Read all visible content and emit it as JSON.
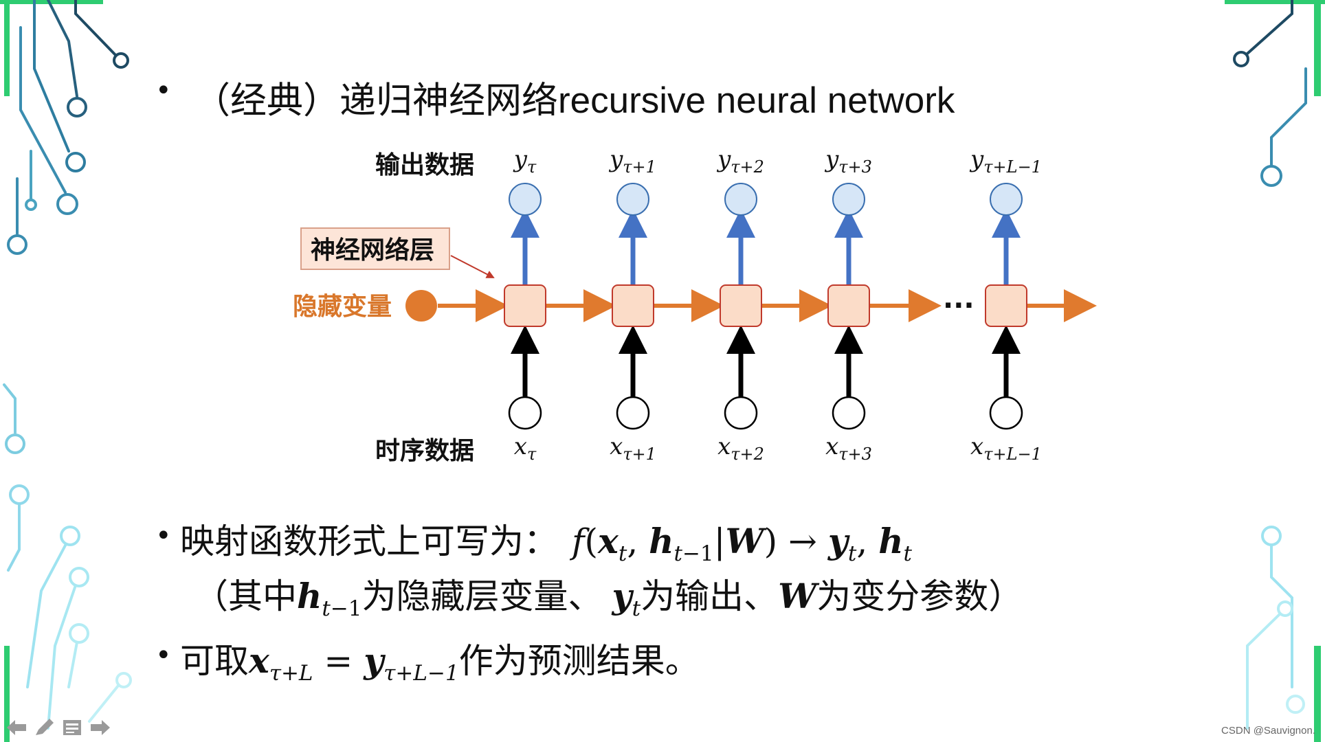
{
  "slide": {
    "title_text": "（经典）递归神经网络recursive neural network",
    "mapping": {
      "prefix": "映射函数形式上可写为：",
      "note_open": "（其中",
      "note_h": "为隐藏层变量、",
      "note_y": "为输出、",
      "note_w": "为变分参数）"
    },
    "prediction": {
      "prefix": "可取",
      "suffix": "作为预测结果。"
    }
  },
  "diagram": {
    "output_label": "输出数据",
    "input_label": "时序数据",
    "hidden_label": "隐藏变量",
    "layer_label": "神经网络层",
    "ellipsis": "···",
    "steps": [
      {
        "sub": "τ"
      },
      {
        "sub": "τ+1"
      },
      {
        "sub": "τ+2"
      },
      {
        "sub": "τ+3"
      },
      {
        "sub": "τ+L−1"
      }
    ]
  },
  "colors": {
    "hidden_arrow": "#e07a2e",
    "output_node": "#d6e6f7",
    "output_arrow": "#4472c4",
    "cell_fill": "#fbdcc8",
    "cell_stroke": "#c0392b",
    "label_box_fill": "#fde5d8",
    "hidden_label_color": "#d9772b"
  },
  "watermark": "CSDN @Sauvignon."
}
